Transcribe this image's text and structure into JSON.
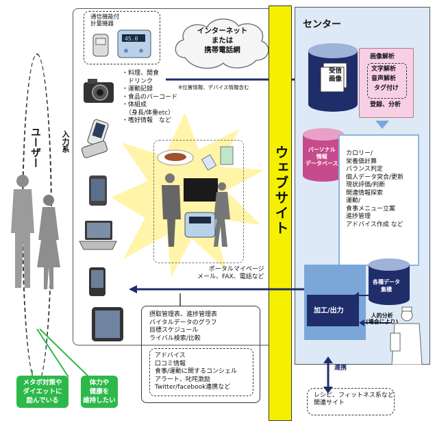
{
  "user_label": "ユーザー",
  "input_label": "入力系",
  "device_box": {
    "label": "通信機能付\n計量機器"
  },
  "scale_display": "45.0",
  "cloud_label": "インターネット\nまたは\n携帯電話網",
  "input_items": [
    "・料理、間食",
    "ドリンク",
    "・運動記録",
    "・食品のバーコード",
    "・体組成",
    "（身長/体重etc）",
    "・嗜好情報　など"
  ],
  "position_note": "※位置情報、デバイス情報含む",
  "website_label": "ウェブサイト",
  "center_title": "センター",
  "received_image": "受信\n画像",
  "analysis_items": [
    "画像解析",
    "文字解析",
    "音声解析",
    "タグ付け",
    "登録、分析"
  ],
  "personal_db": "パーソナル\n情報\nデータベース",
  "center_functions": [
    "カロリー/",
    "栄養価計算",
    "バランス判定",
    "個人データ突合/更新",
    "現状評価/判断",
    "関連情報探索",
    "運動/",
    "食事メニュー立案",
    "進捗管理",
    "アドバイス作成 など"
  ],
  "data_accum": "各種データ\n集積",
  "process_output": "加工/出力",
  "human_analysis": "人的分析\n(場合により)",
  "portal_label": "ポータルマイページ\nメール、FAX、電話など",
  "output_items_1": [
    "摂取管理表、進捗管理表",
    "バイタルデータのグラフ",
    "目標スケジュール",
    "ライバル検索/比較"
  ],
  "output_items_2": [
    "アドバイス",
    "口コミ情報",
    "食事/運動に関するコンシェル",
    "アラート、叱咤激励",
    "Twitter/facebook連携など"
  ],
  "link_label": "連携",
  "external_sites": "レシピ、フィットネス系など\n関連サイト",
  "user_tags": [
    "メタボ対策や\nダイエットに\n励んでいる",
    "体力や\n健康を\n維持したい"
  ],
  "colors": {
    "navy": "#1f2d6b",
    "center_bg": "#dde9f6",
    "website_bg": "#f4f000",
    "flow": "#8ab4e0",
    "pink": "#f7d0e6",
    "green": "#2db84a"
  }
}
